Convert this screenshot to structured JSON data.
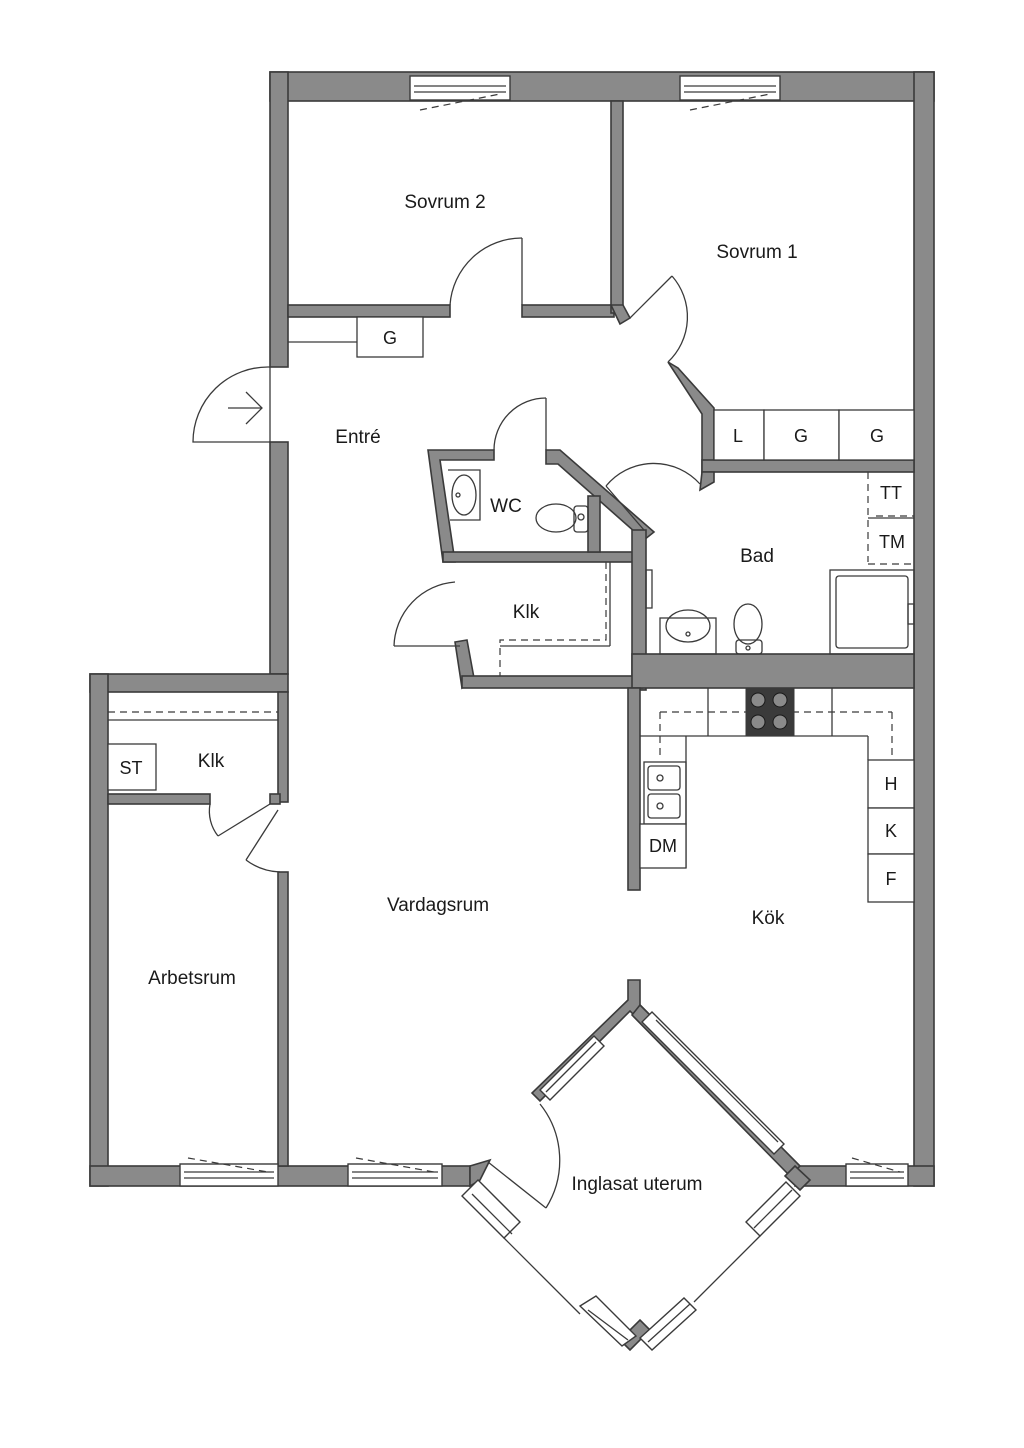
{
  "rooms": {
    "sovrum2": "Sovrum 2",
    "sovrum1": "Sovrum 1",
    "entre": "Entré",
    "wc": "WC",
    "bad": "Bad",
    "klk_hall": "Klk",
    "klk_office": "Klk",
    "vardagsrum": "Vardagsrum",
    "kok": "Kök",
    "arbetsrum": "Arbetsrum",
    "uterum": "Inglasat uterum"
  },
  "fixtures": {
    "g_entre": "G",
    "l_hall": "L",
    "g_hall1": "G",
    "g_hall2": "G",
    "tt": "TT",
    "tm": "TM",
    "st": "ST",
    "h": "H",
    "k": "K",
    "f": "F",
    "dm": "DM"
  },
  "colors": {
    "wall": "#8a8a8a",
    "line": "#3a3a3a"
  }
}
